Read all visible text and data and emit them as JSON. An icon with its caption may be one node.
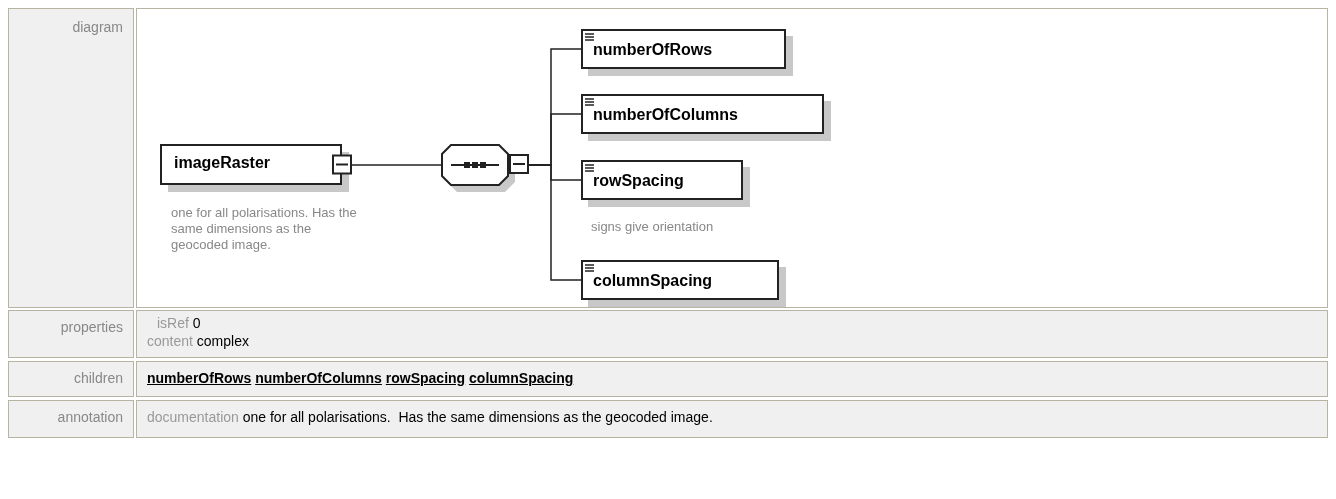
{
  "diagram": {
    "nodes": [
      {
        "text": [
          "imageRaster"
        ],
        "beside": [
          "one for all polarisations.  Has the same dimensions as the geocoded image."
        ]
      },
      {
        "text": [],
        "shape": "octagon"
      },
      {
        "text": [
          "numberOfRows"
        ]
      },
      {
        "text": [
          "numberOfColumns"
        ]
      },
      {
        "text": [
          "rowSpacing"
        ],
        "beside": [
          "signs give orientation"
        ]
      },
      {
        "text": [
          "columnSpacing"
        ]
      }
    ],
    "edges": [
      {
        "from": 0,
        "to": 1,
        "arrow": "none"
      },
      {
        "from": 1,
        "to": 2,
        "arrow": "none"
      },
      {
        "from": 1,
        "to": 3,
        "arrow": "none"
      },
      {
        "from": 1,
        "to": 4,
        "arrow": "none"
      },
      {
        "from": 1,
        "to": 5,
        "arrow": "none"
      }
    ],
    "labels": [
      "diagram",
      "properties",
      "isRef",
      "0",
      "content",
      "complex",
      "children",
      "numberOfRows",
      "numberOfColumns",
      "rowSpacing",
      "columnSpacing",
      "annotation",
      "documentation",
      "one for all polarisations.  Has the same dimensions as the geocoded image."
    ]
  }
}
